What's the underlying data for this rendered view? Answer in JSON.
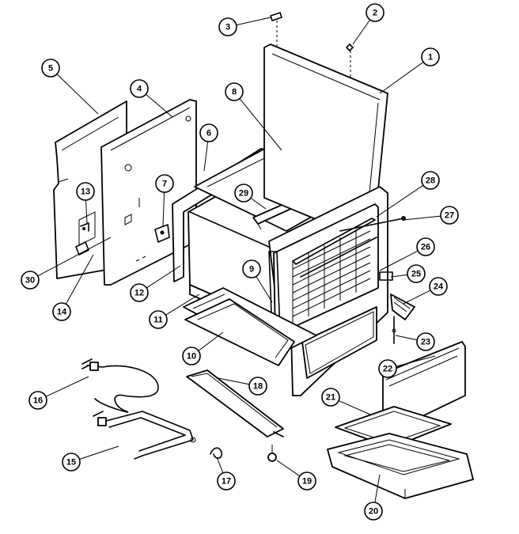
{
  "corner_code": "",
  "callouts": [
    {
      "id": "c1",
      "label": "1"
    },
    {
      "id": "c2",
      "label": "2"
    },
    {
      "id": "c3",
      "label": "3"
    },
    {
      "id": "c4",
      "label": "4"
    },
    {
      "id": "c5",
      "label": "5"
    },
    {
      "id": "c6",
      "label": "6"
    },
    {
      "id": "c7",
      "label": "7"
    },
    {
      "id": "c8",
      "label": "8"
    },
    {
      "id": "c9",
      "label": "9"
    },
    {
      "id": "c10",
      "label": "10"
    },
    {
      "id": "c11",
      "label": "11"
    },
    {
      "id": "c12",
      "label": "12"
    },
    {
      "id": "c13",
      "label": "13"
    },
    {
      "id": "c14",
      "label": "14"
    },
    {
      "id": "c15",
      "label": "15"
    },
    {
      "id": "c16",
      "label": "16"
    },
    {
      "id": "c17",
      "label": "17"
    },
    {
      "id": "c18",
      "label": "18"
    },
    {
      "id": "c19",
      "label": "19"
    },
    {
      "id": "c20",
      "label": "20"
    },
    {
      "id": "c21",
      "label": "21"
    },
    {
      "id": "c22",
      "label": "22"
    },
    {
      "id": "c23",
      "label": "23"
    },
    {
      "id": "c24",
      "label": "24"
    },
    {
      "id": "c25",
      "label": "25"
    },
    {
      "id": "c26",
      "label": "26"
    },
    {
      "id": "c27",
      "label": "27"
    },
    {
      "id": "c28",
      "label": "28"
    },
    {
      "id": "c29",
      "label": "29"
    },
    {
      "id": "c30",
      "label": "30"
    }
  ]
}
